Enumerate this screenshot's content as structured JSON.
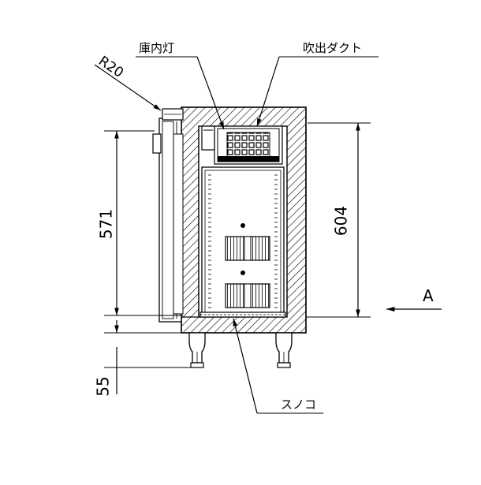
{
  "labels": {
    "lamp": "庫内灯",
    "duct": "吹出ダクト",
    "radius": "R20",
    "slatted_floor": "スノコ",
    "view_arrow": "A"
  },
  "dimensions": {
    "door_height": "571",
    "cabinet_height": "604",
    "leg_height": "55"
  }
}
